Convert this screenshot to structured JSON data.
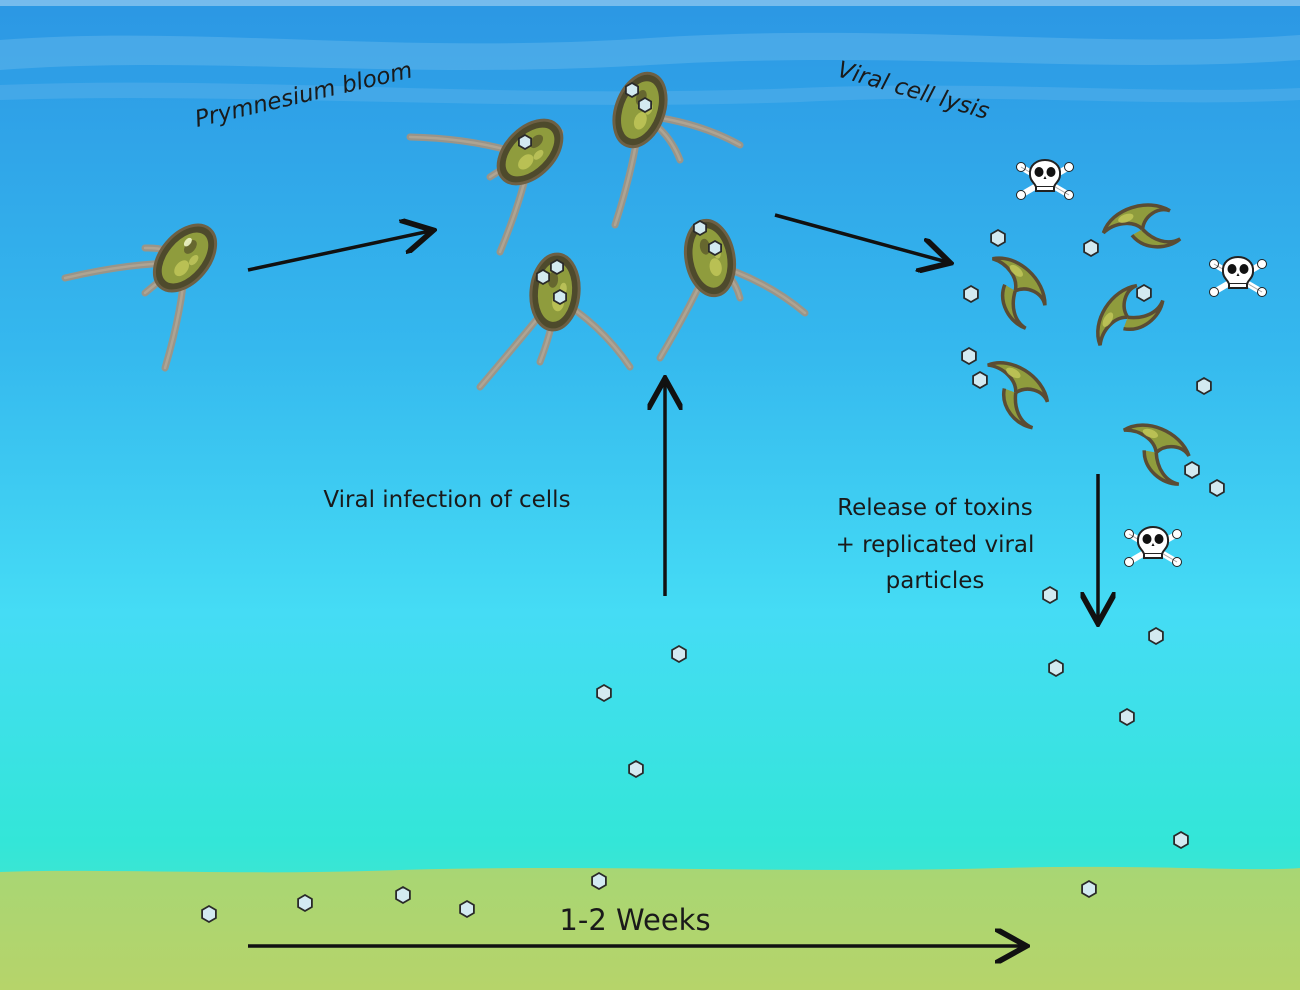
{
  "labels": {
    "bloom": "Prymnesium bloom",
    "lysis": "Viral cell lysis",
    "infection": "Viral infection of cells",
    "release_line1": "Release of toxins",
    "release_line2": "+ replicated viral",
    "release_line3": "particles",
    "timeline": "1-2 Weeks"
  },
  "colors": {
    "water_top": "#2f9fe6",
    "water_mid": "#45dcf3",
    "water_bottom": "#33e5d6",
    "sediment": "#b4d56e",
    "cell_green": "#8c9a3c",
    "flagella": "#9f9484",
    "virus_fill": "#cfe7ef",
    "arrow": "#111111"
  },
  "icons": [
    "healthy-cell-icon",
    "infected-cell-icon",
    "lysed-cell-icon",
    "virus-particle-icon",
    "skull-crossbones-icon",
    "arrow-icon"
  ]
}
